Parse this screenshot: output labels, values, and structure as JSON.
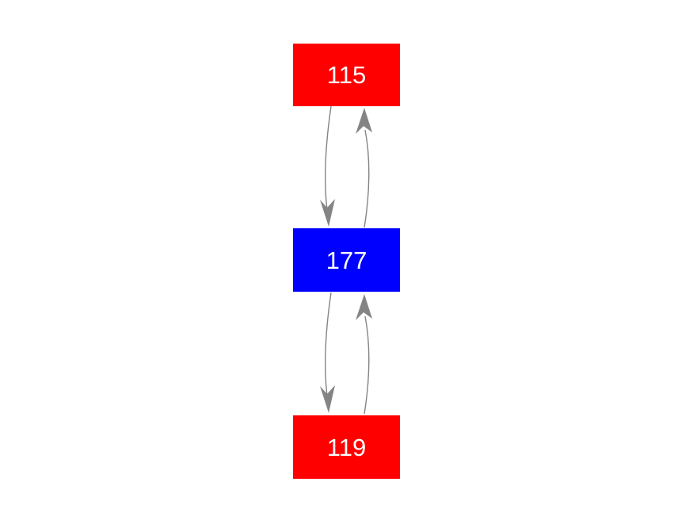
{
  "canvas": {
    "background": "#ffffff"
  },
  "graph": {
    "edge_color": "#848484",
    "nodes": [
      {
        "id": "115",
        "label": "115",
        "color": "#ff0000",
        "text_color": "#ffffff"
      },
      {
        "id": "177",
        "label": "177",
        "color": "#0000ff",
        "text_color": "#ffffff"
      },
      {
        "id": "119",
        "label": "119",
        "color": "#ff0000",
        "text_color": "#ffffff"
      }
    ],
    "edges": [
      {
        "from": "115",
        "to": "177"
      },
      {
        "from": "177",
        "to": "115"
      },
      {
        "from": "177",
        "to": "119"
      },
      {
        "from": "119",
        "to": "177"
      }
    ]
  }
}
